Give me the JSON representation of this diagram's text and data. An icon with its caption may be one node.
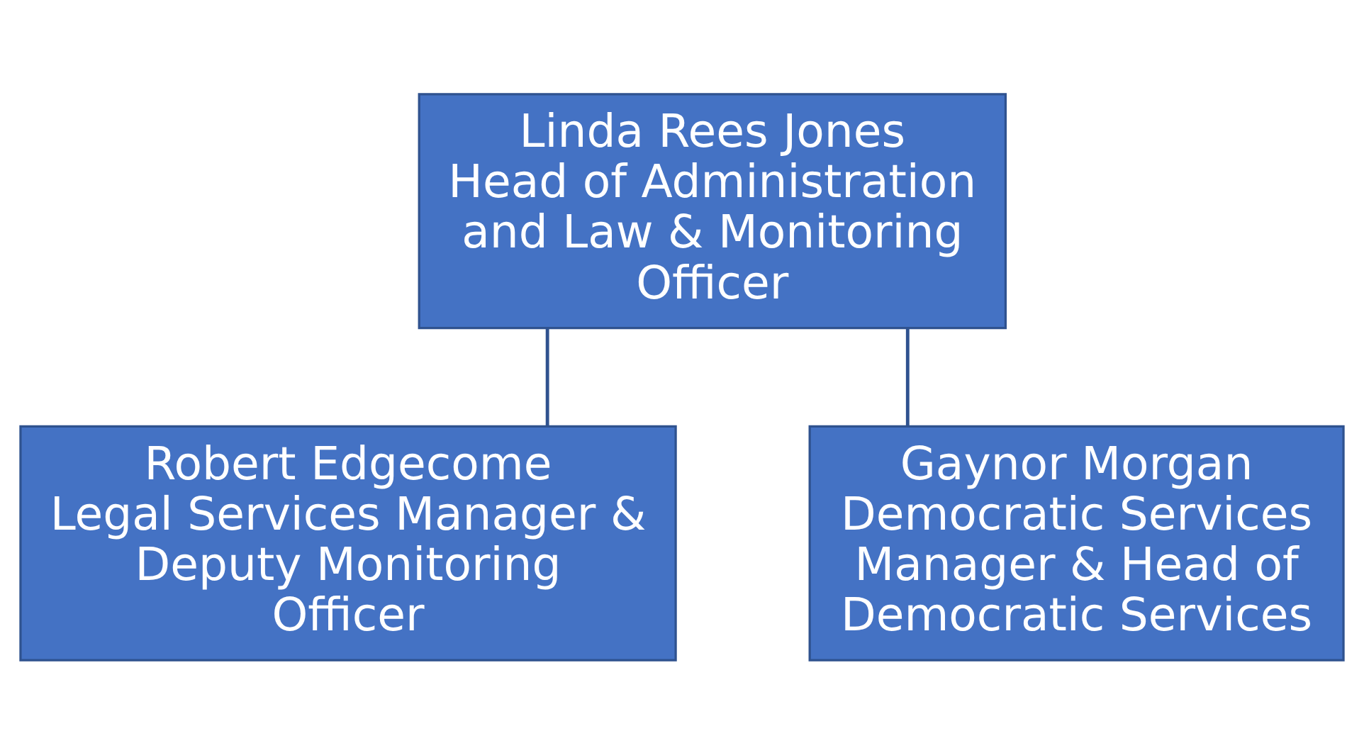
{
  "diagram": {
    "nodes": [
      {
        "text": [
          "Linda Rees Jones",
          "Head of Administration and Law & Monitoring Officer"
        ]
      },
      {
        "text": [
          "Robert Edgecome",
          "Legal Services Manager & Deputy Monitoring Officer"
        ]
      },
      {
        "text": [
          "Gaynor Morgan",
          "Democratic Services Manager & Head of Democratic Services"
        ]
      }
    ],
    "edges": [
      {
        "from": 0,
        "to": 1,
        "arrow": "none"
      },
      {
        "from": 0,
        "to": 2,
        "arrow": "none"
      }
    ]
  }
}
